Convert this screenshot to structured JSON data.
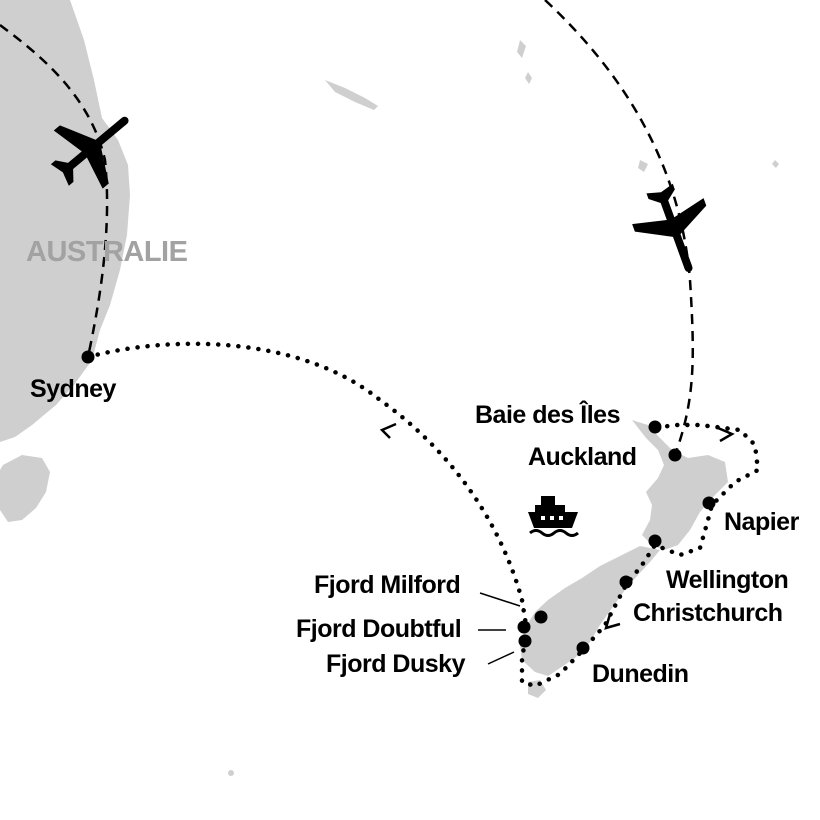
{
  "map": {
    "country_label": "AUSTRALIE",
    "places": {
      "sydney": "Sydney",
      "bay_of_islands": "Baie des Îles",
      "auckland": "Auckland",
      "napier": "Napier",
      "wellington": "Wellington",
      "christchurch": "Christchurch",
      "dunedin": "Dunedin",
      "fjord_milford": "Fjord Milford",
      "fjord_doubtful": "Fjord Doubtful",
      "fjord_dusky": "Fjord Dusky"
    },
    "icons": [
      "airplane-icon",
      "airplane-icon",
      "ship-icon"
    ],
    "colors": {
      "land": "#cfcfcf",
      "land_label": "#a2a2a2",
      "route": "#000000",
      "marker": "#000000",
      "ship_wave": "#ffffff"
    }
  }
}
